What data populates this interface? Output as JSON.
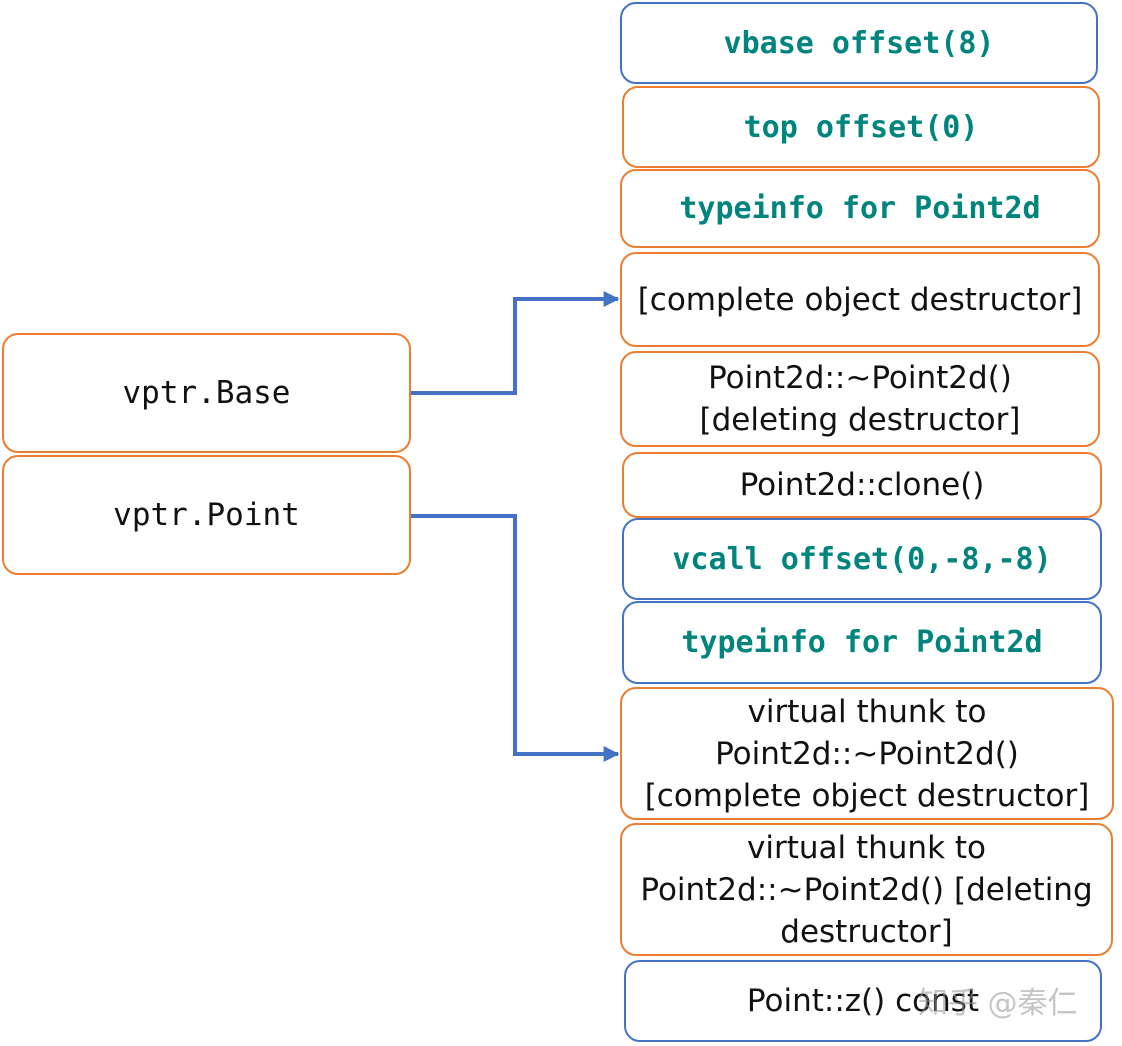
{
  "left": {
    "vptr_base": "vptr.Base",
    "vptr_point": "vptr.Point"
  },
  "vtable": {
    "vbase_offset": "vbase offset(8)",
    "top_offset": "top offset(0)",
    "typeinfo_1": "typeinfo for Point2d",
    "complete_dtor": "[complete object destructor]",
    "deleting_dtor_line1": "Point2d::~Point2d()",
    "deleting_dtor_line2": "[deleting destructor]",
    "clone": "Point2d::clone()",
    "vcall_offset": "vcall offset(0,-8,-8)",
    "typeinfo_2": "typeinfo for Point2d",
    "thunk_complete_line1": "virtual thunk to",
    "thunk_complete_line2": "Point2d::~Point2d()",
    "thunk_complete_line3": "[complete object destructor]",
    "thunk_deleting_line1": "virtual thunk to",
    "thunk_deleting_line2": "Point2d::~Point2d() [deleting",
    "thunk_deleting_line3": "destructor]",
    "point_z": "Point::z() const"
  },
  "watermark": "知乎 @秦仁",
  "colors": {
    "orange_border": "#ed7d31",
    "blue_border": "#4472c4",
    "teal_text": "#00847e",
    "arrow": "#4472c4"
  }
}
